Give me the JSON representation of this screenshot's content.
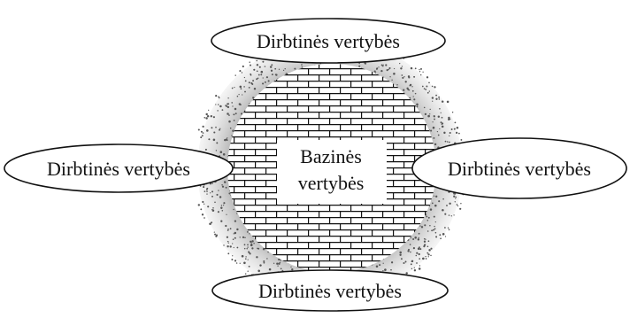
{
  "center": {
    "line1": "Bazinės",
    "line2": "vertybės"
  },
  "satellites": [
    {
      "label": "Dirbtinės vertybės"
    },
    {
      "label": "Dirbtinės vertybės"
    },
    {
      "label": "Dirbtinės vertybės"
    },
    {
      "label": "Dirbtinės vertybės"
    }
  ],
  "colors": {
    "ink": "#111111",
    "paper": "#ffffff",
    "stipple": "#555555"
  }
}
